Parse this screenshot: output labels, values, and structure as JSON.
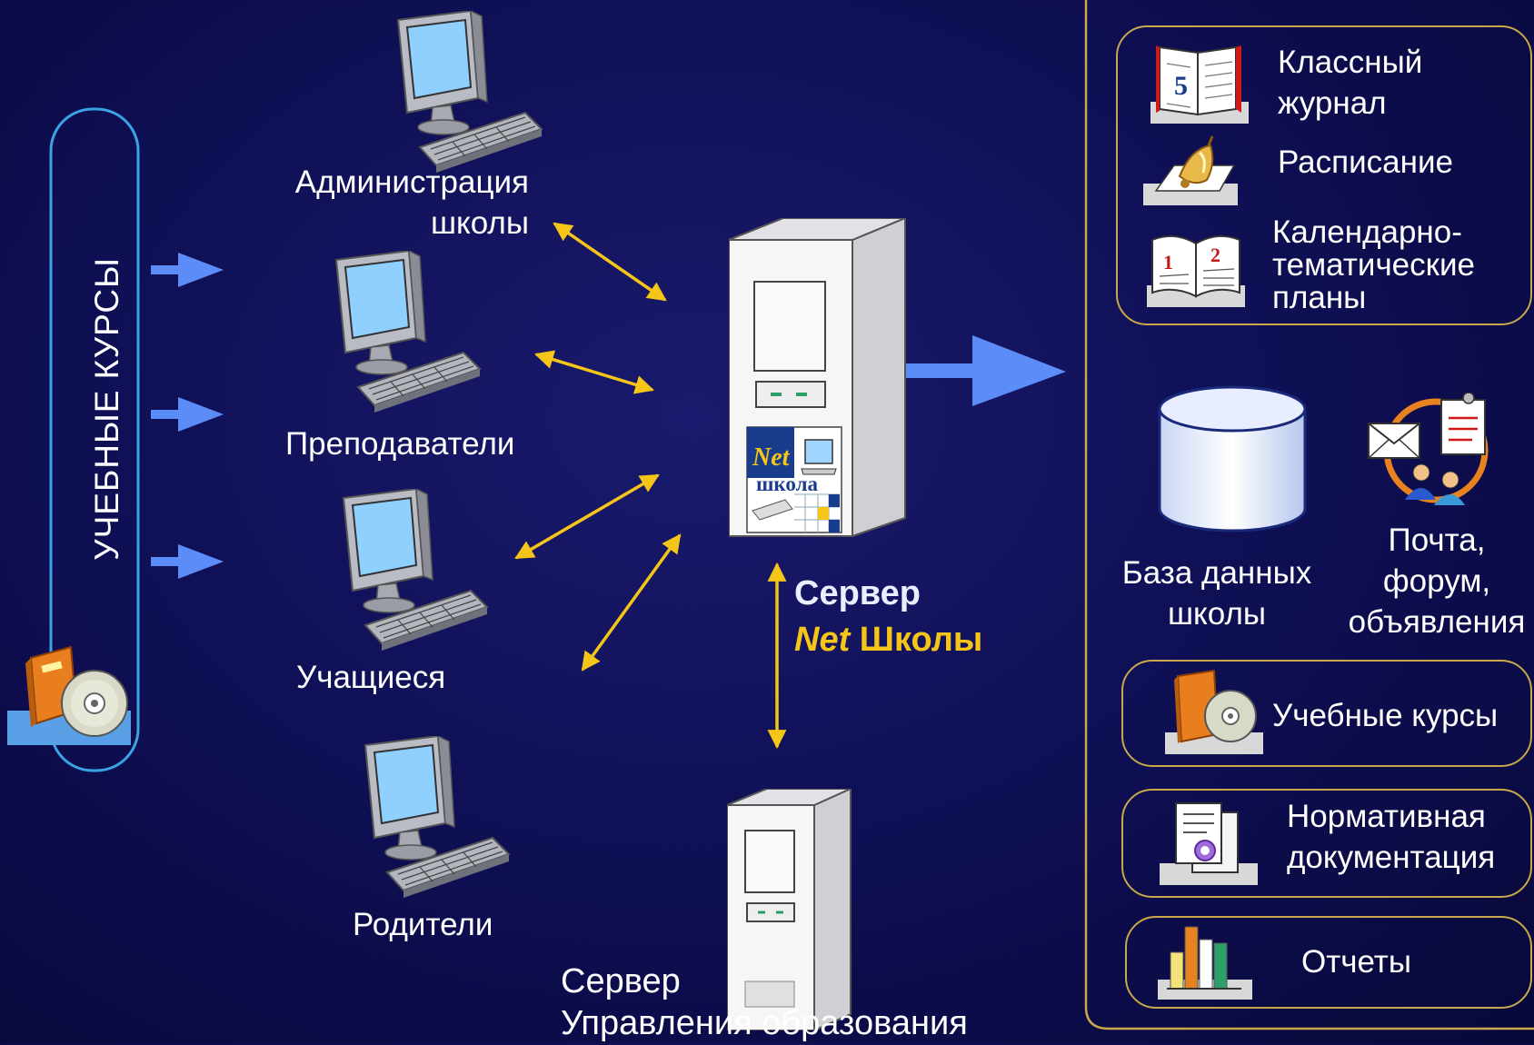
{
  "left_bar": {
    "label": "УЧЕБНЫЕ КУРСЫ",
    "icon": "book-cd-icon"
  },
  "users": [
    {
      "name": "Администрация\nшколы",
      "icon": "computer-icon"
    },
    {
      "name": "Преподаватели",
      "icon": "computer-icon"
    },
    {
      "name": "Учащиеся",
      "icon": "computer-icon"
    },
    {
      "name": "Родители",
      "icon": "computer-icon"
    }
  ],
  "main_server": {
    "title_line1": "Сервер",
    "title_net": "Net",
    "title_school": "Школы",
    "logo_net": "Net",
    "logo_school": "школа",
    "icon": "server-tower-icon"
  },
  "edu_server": {
    "title_line1": "Сервер",
    "title_line2": "Управления образования",
    "icon": "server-tower-icon"
  },
  "modules": {
    "group1": [
      {
        "label": "Классный\nжурнал",
        "icon": "class-journal-icon"
      },
      {
        "label": "Расписание",
        "icon": "bell-icon"
      },
      {
        "label": "Календарно-\nтематические\nпланы",
        "icon": "open-book-icon"
      }
    ],
    "database": {
      "label": "База данных\nшколы",
      "icon": "database-cylinder-icon"
    },
    "mail": {
      "label": "Почта,\nфорум,\nобъявления",
      "icon": "mail-forum-icon"
    },
    "courses": {
      "label": "Учебные курсы",
      "icon": "book-cd-icon"
    },
    "docs": {
      "label": "Нормативная\nдокументация",
      "icon": "document-icon"
    },
    "reports": {
      "label": "Отчеты",
      "icon": "bar-chart-icon"
    }
  },
  "colors": {
    "background": "#0e0e52",
    "arrow_blue": "#5c8cf8",
    "arrow_yellow": "#f5c518",
    "box_border_gold": "#c8a84a",
    "bar_border_blue": "#3aa3e6",
    "net_yellow": "#f5c518"
  }
}
